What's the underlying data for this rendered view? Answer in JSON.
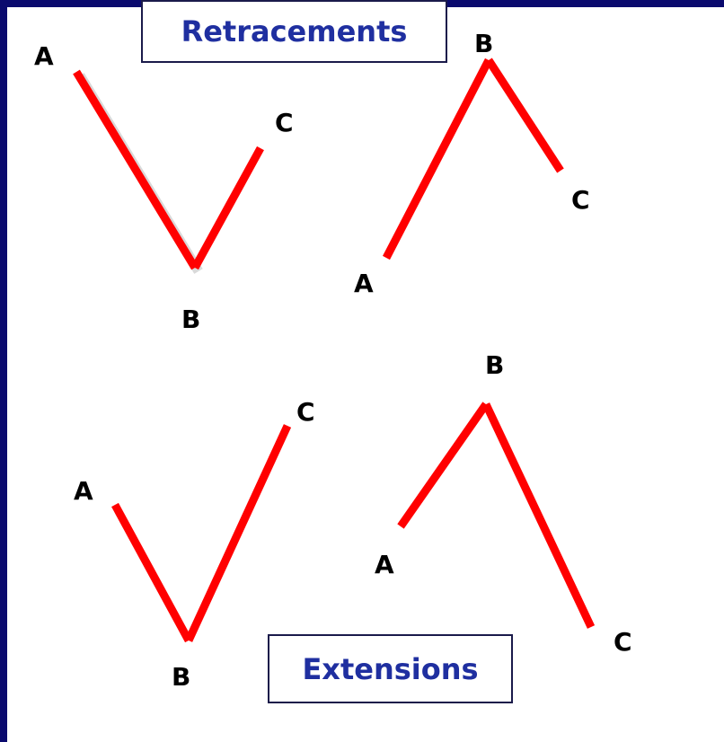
{
  "titles": {
    "retracements": "Retracements",
    "extensions": "Extensions"
  },
  "point_labels": {
    "a": "A",
    "b": "B",
    "c": "C"
  },
  "colors": {
    "frame": "#0a0a6e",
    "line": "#ff0000",
    "title_text": "#1f2fa0"
  }
}
